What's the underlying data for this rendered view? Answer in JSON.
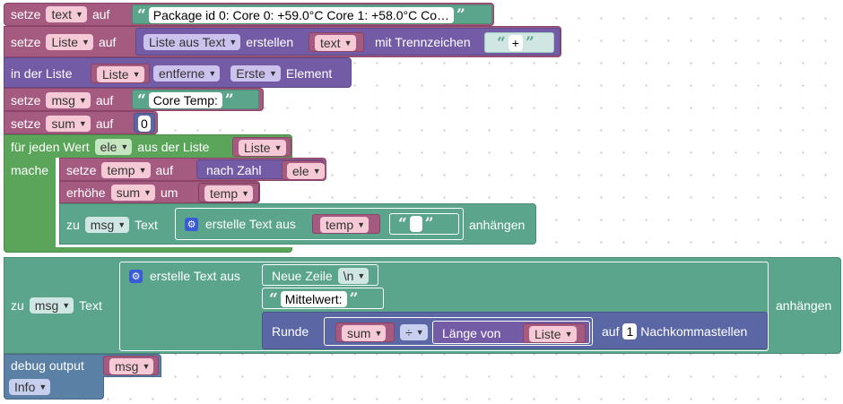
{
  "b1": {
    "setze": "setze",
    "var": "text",
    "auf": "auf",
    "value": "Package id 0: Core 0: +59.0°C Core 1: +58.0°C Co…"
  },
  "b2": {
    "setze": "setze",
    "var": "Liste",
    "auf": "auf",
    "func": "Liste aus Text",
    "erstellen": "erstellen",
    "arg": "text",
    "sep_label": "mit Trennzeichen",
    "sep": "+"
  },
  "b3": {
    "label": "in der Liste",
    "var": "Liste",
    "op": "entferne",
    "pos": "Erste",
    "elem": "Element"
  },
  "b4": {
    "setze": "setze",
    "var": "msg",
    "auf": "auf",
    "value": "Core Temp:"
  },
  "b5": {
    "setze": "setze",
    "var": "sum",
    "auf": "auf",
    "value": "0"
  },
  "loop": {
    "label1": "für jeden Wert",
    "var": "ele",
    "label2": "aus der Liste",
    "list": "Liste",
    "mache": "mache",
    "s1": {
      "setze": "setze",
      "var": "temp",
      "auf": "auf",
      "func": "nach Zahl",
      "arg": "ele"
    },
    "s2": {
      "op": "erhöhe",
      "var": "sum",
      "um": "um",
      "arg": "temp"
    },
    "s3": {
      "zu": "zu",
      "var": "msg",
      "text": "Text",
      "create": "erstelle Text aus",
      "arg": "temp",
      "append": "anhängen"
    }
  },
  "big": {
    "zu": "zu",
    "var": "msg",
    "text": "Text",
    "create": "erstelle Text aus",
    "nl": "Neue Zeile",
    "nl_val": "\\n",
    "mw": "Mittelwert:",
    "runde": "Runde",
    "sum": "sum",
    "div": "÷",
    "len": "Länge von",
    "list": "Liste",
    "auf": "auf",
    "digits": "1",
    "nk": "Nachkommastellen",
    "append": "anhängen"
  },
  "dbg": {
    "label": "debug output",
    "var": "msg",
    "level": "Info"
  },
  "icons": {
    "quote_open": "❝-icon",
    "quote_close": "❞-icon",
    "gear": "gear-icon",
    "dropdown": "triangle-down-icon"
  }
}
